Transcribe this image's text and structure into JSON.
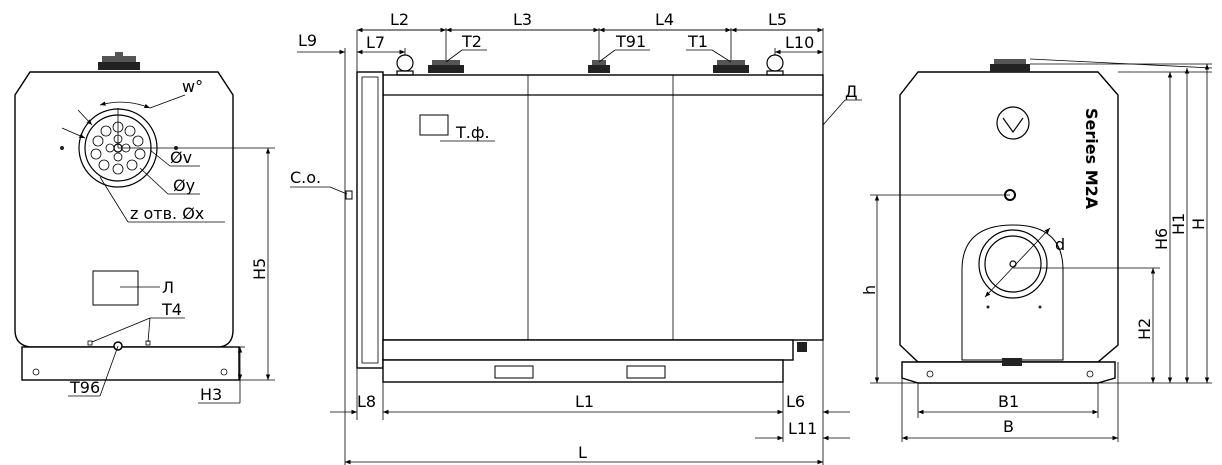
{
  "labels": {
    "w": "w°",
    "phi_v": "Øv",
    "phi_y": "Øy",
    "z_holes": "z отв. Øx",
    "L_hatch": "Л",
    "T4": "T4",
    "T96": "T96",
    "H5": "H5",
    "H3": "H3",
    "L9": "L9",
    "L7": "L7",
    "L2": "L2",
    "L3": "L3",
    "L4": "L4",
    "L5": "L5",
    "L10": "L10",
    "T2": "T2",
    "T91": "T91",
    "T1": "T1",
    "D": "Д",
    "Tf": "Т.ф.",
    "Co": "С.о.",
    "L8": "L8",
    "L1": "L1",
    "L6": "L6",
    "L11": "L11",
    "L": "L",
    "d": "d",
    "h": "h",
    "H2": "H2",
    "H6": "H6",
    "H1": "H1",
    "H": "H",
    "B1": "B1",
    "B": "B",
    "series": "Series M2A"
  }
}
